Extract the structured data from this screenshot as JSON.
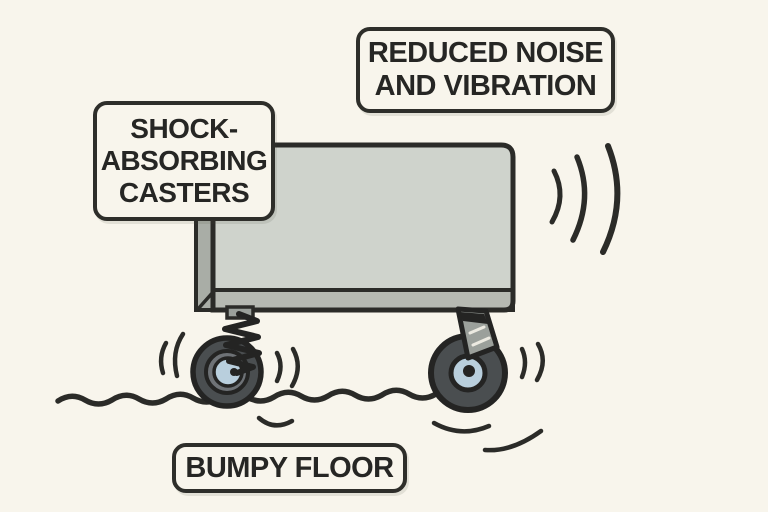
{
  "scene": {
    "boxes": {
      "casters": {
        "line1": "SHOCK-",
        "line2": "ABSORBING",
        "line3": "CASTERS"
      },
      "noise": {
        "line1": "REDUCED NOISE",
        "line2": "AND VIBRATION"
      },
      "floor": {
        "line1": "BUMPY FLOOR"
      }
    },
    "colors": {
      "background": "#f8f5ec",
      "ink": "#2b2b28",
      "cart_front": "#cfd3cc",
      "cart_base_band": "#b6b9b2",
      "cart_side_panel": "#a9ada6",
      "tire": "#4a4e50",
      "wheel_mid_ring": "#6e7276",
      "wheel_hub": "#b9cfdd",
      "caster_metal": "#9ba09b"
    }
  }
}
